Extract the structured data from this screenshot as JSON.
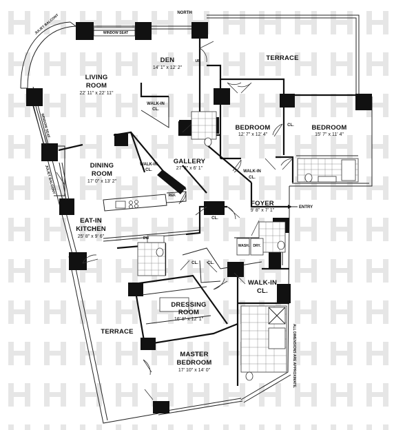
{
  "compass": "NORTH",
  "rooms": {
    "living_room": {
      "name_line1": "LIVING",
      "name_line2": "ROOM",
      "dims": "22' 11\" x 22' 11\""
    },
    "den": {
      "name": "DEN",
      "dims": "14' 1\" x 12' 2\""
    },
    "terrace_top": {
      "name": "TERRACE"
    },
    "bedroom_1": {
      "name": "BEDROOM",
      "dims": "12' 7\" x 12' 4\""
    },
    "bedroom_2": {
      "name": "BEDROOM",
      "dims": "15' 7\" x 11' 4\""
    },
    "dining_room": {
      "name_line1": "DINING",
      "name_line2": "ROOM",
      "dims": "17' 0\" x 13' 2\""
    },
    "gallery": {
      "name": "GALLERY",
      "dims": "27' 6\" x 6' 1\""
    },
    "foyer": {
      "name": "FOYER",
      "dims": "9' 8\" x 7' 1\""
    },
    "kitchen": {
      "name_line1": "EAT-IN",
      "name_line2": "KITCHEN",
      "dims": "25' 8\" x 9' 6\""
    },
    "dressing_room": {
      "name_line1": "DRESSING",
      "name_line2": "ROOM",
      "dims": "16' 8\" x 12' 1\""
    },
    "terrace_bottom": {
      "name": "TERRACE"
    },
    "master_bedroom": {
      "name_line1": "MASTER",
      "name_line2": "BEDROOM",
      "dims": "17' 10\" x 14' 0\""
    }
  },
  "labels": {
    "window_seat": "WINDOW SEAT",
    "window_seat_2": "WINDOW SEAT",
    "juliet_balcony": "JULIET BALCONY",
    "juliet_balcony_2": "JULIET BALCONY",
    "walkin_line1": "WALK-IN",
    "walkin_line2": "CL.",
    "cl": "CL.",
    "up": "UP",
    "ref": "REF.",
    "dw": "DW",
    "wash": "WASH.",
    "dry": "DRY.",
    "entry": "ENTRY",
    "disclaimer": "ALL DIMENSIONS ARE APPROXIMATE."
  },
  "colors": {
    "wall": "#111111",
    "watermark": "#e6e6e6"
  }
}
